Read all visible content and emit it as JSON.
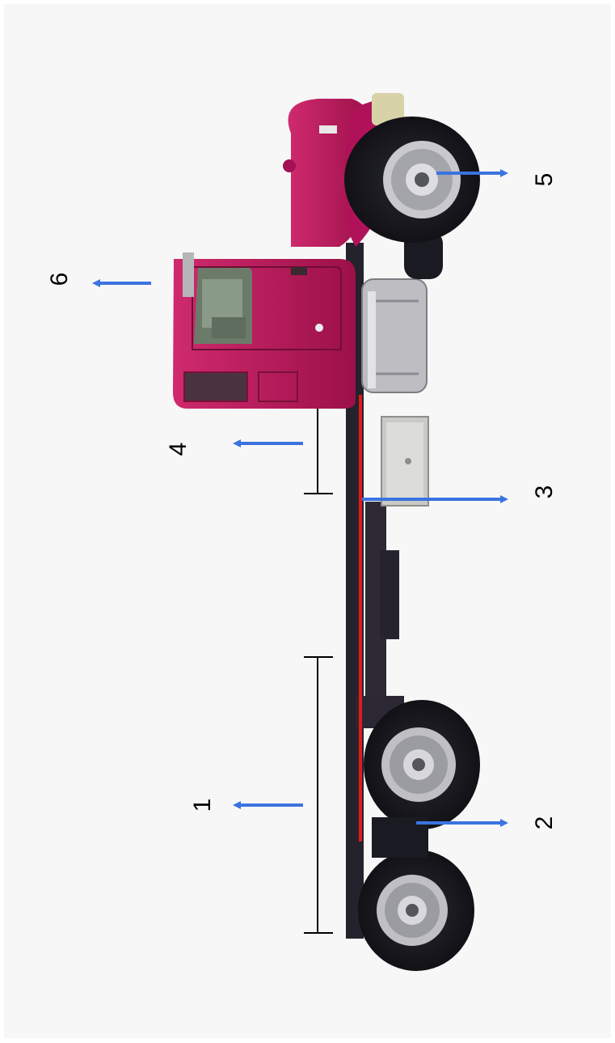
{
  "figure": {
    "background": "#f7f7f7",
    "arrow_color": "#3b73e0",
    "frame_line_color": "#e01b1b",
    "truck_color": "#b8155a",
    "tire_color": "#1a1a22",
    "rim_color": "#cfcfcf"
  },
  "callouts": [
    {
      "label": "1",
      "id": "c1"
    },
    {
      "label": "2",
      "id": "c2"
    },
    {
      "label": "3",
      "id": "c3"
    },
    {
      "label": "4",
      "id": "c4"
    },
    {
      "label": "5",
      "id": "c5"
    },
    {
      "label": "6",
      "id": "c6"
    }
  ]
}
